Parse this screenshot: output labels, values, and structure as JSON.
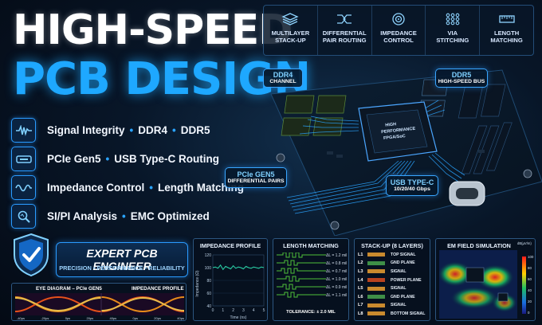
{
  "title": {
    "line1": "HIGH-SPEED",
    "line2": "PCB DESIGN"
  },
  "features": [
    {
      "icon": "signal-wave-icon",
      "parts": [
        "Signal Integrity",
        "DDR4",
        "DDR5"
      ]
    },
    {
      "icon": "usb-connector-icon",
      "parts": [
        "PCIe Gen5",
        "USB Type-C Routing"
      ]
    },
    {
      "icon": "sine-wave-icon",
      "parts": [
        "Impedance Control",
        "Length Matching"
      ]
    },
    {
      "icon": "magnifier-icon",
      "parts": [
        "SI/PI Analysis",
        "EMC Optimized"
      ]
    }
  ],
  "top_features": [
    {
      "icon": "layers-icon",
      "label": "MULTILAYER\nSTACK-UP"
    },
    {
      "icon": "differential-pair-icon",
      "label": "DIFFERENTIAL\nPAIR ROUTING"
    },
    {
      "icon": "impedance-icon",
      "label": "IMPEDANCE\nCONTROL"
    },
    {
      "icon": "via-stitching-icon",
      "label": "VIA\nSTITCHING"
    },
    {
      "icon": "ruler-icon",
      "label": "LENGTH\nMATCHING"
    }
  ],
  "board": {
    "chip_label": "HIGH\nPERFORMANCE\nFPGA/SoC",
    "callouts": {
      "ddr4": {
        "a": "DDR4",
        "b": "CHANNEL"
      },
      "ddr5": {
        "a": "DDR5",
        "b": "HIGH-SPEED BUS"
      },
      "pcie": {
        "a": "PCIe GEN5",
        "b": "DIFFERENTIAL PAIRS"
      },
      "usb": {
        "a": "USB TYPE-C",
        "b": "10/20/40 Gbps"
      }
    }
  },
  "badge": {
    "title": "EXPERT PCB ENGINEER",
    "subtitle": "PRECISION • PERFORMANCE • RELIABILITY"
  },
  "eye_panel": {
    "left_title": "EYE DIAGRAM – PCIe GEN5",
    "right_title": "IMPEDANCE PROFILE",
    "ticks": [
      "-40ps",
      "-20ps",
      "0ps",
      "20ps",
      "40ps",
      "0ps",
      "20ps",
      "40ps"
    ]
  },
  "impedance_panel": {
    "title": "IMPEDANCE PROFILE",
    "ylabel": "Impedance (Ω)",
    "xlabel": "Time (ns)",
    "yticks": [
      "120",
      "100",
      "80",
      "60",
      "40"
    ],
    "xticks": [
      "0",
      "1",
      "2",
      "3",
      "4",
      "5"
    ]
  },
  "chart_data": {
    "type": "line",
    "title": "IMPEDANCE PROFILE",
    "xlabel": "Time (ns)",
    "ylabel": "Impedance (Ω)",
    "xlim": [
      0,
      5
    ],
    "ylim": [
      40,
      120
    ],
    "x": [
      0,
      0.25,
      0.5,
      0.75,
      1,
      1.25,
      1.5,
      1.75,
      2,
      2.25,
      2.5,
      2.75,
      3,
      3.25,
      3.5,
      3.75,
      4,
      4.25,
      4.5,
      4.75,
      5
    ],
    "values": [
      100,
      101,
      99,
      104,
      97,
      102,
      100,
      98,
      103,
      99,
      101,
      100,
      98,
      102,
      100,
      99,
      101,
      100,
      99,
      101,
      100
    ]
  },
  "length_panel": {
    "title": "LENGTH MATCHING",
    "labels": [
      "ΔL = 1.2 mil",
      "ΔL = 0.8 mil",
      "ΔL = 0.7 mil",
      "ΔL = 1.0 mil",
      "ΔL = 0.9 mil",
      "ΔL = 1.1 mil"
    ],
    "tolerance": "TOLERANCE: ± 2.0 MIL"
  },
  "stackup_panel": {
    "title": "STACK-UP (8 LAYERS)",
    "layers": [
      {
        "n": "L1",
        "name": "TOP SIGNAL",
        "color": "#c98a2e"
      },
      {
        "n": "L2",
        "name": "GND PLANE",
        "color": "#3e8f47"
      },
      {
        "n": "L3",
        "name": "SIGNAL",
        "color": "#c98a2e"
      },
      {
        "n": "L4",
        "name": "POWER PLANE",
        "color": "#b8431f"
      },
      {
        "n": "L5",
        "name": "SIGNAL",
        "color": "#c98a2e"
      },
      {
        "n": "L6",
        "name": "GND PLANE",
        "color": "#3e8f47"
      },
      {
        "n": "L7",
        "name": "SIGNAL",
        "color": "#c98a2e"
      },
      {
        "n": "L8",
        "name": "BOTTOM SIGNAL",
        "color": "#c98a2e"
      }
    ]
  },
  "em_panel": {
    "title": "EM FIELD SIMULATION",
    "unit": "dB(µV/m)",
    "scale": [
      "100",
      "80",
      "60",
      "40",
      "20",
      "0"
    ]
  },
  "colors": {
    "accent": "#1ea8ff",
    "title": "#ffffff",
    "panel_border": "#2c5680"
  }
}
